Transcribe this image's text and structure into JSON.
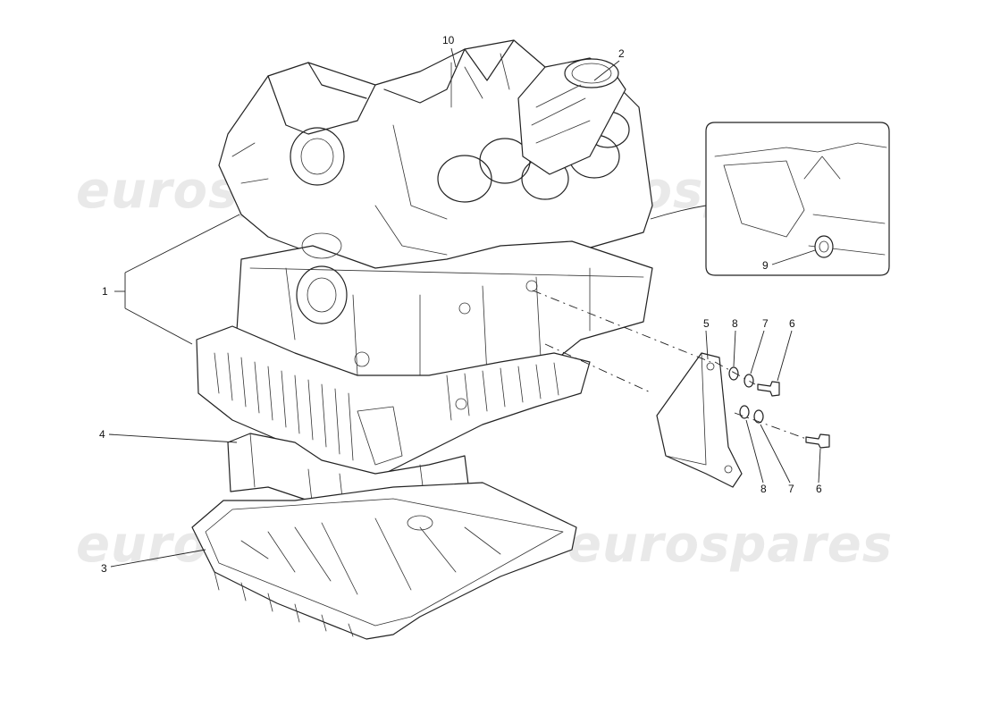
{
  "watermark": {
    "text": "eurospares"
  },
  "callouts": {
    "c1": "1",
    "c2": "2",
    "c3": "3",
    "c4": "4",
    "c5": "5",
    "c6a": "6",
    "c6b": "6",
    "c7a": "7",
    "c7b": "7",
    "c8a": "8",
    "c8b": "8",
    "c9": "9",
    "c10": "10"
  }
}
